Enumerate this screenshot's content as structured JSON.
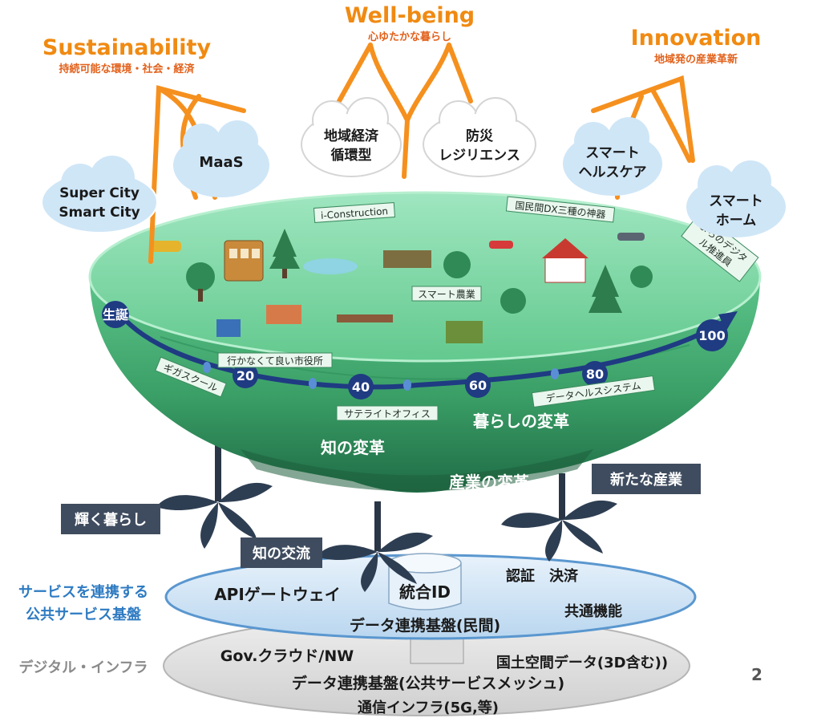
{
  "goals": [
    {
      "title": "Sustainability",
      "subtitle": "持続可能な環境・社会・経済"
    },
    {
      "title": "Well-being",
      "subtitle": "心ゆたかな暮らし"
    },
    {
      "title": "Innovation",
      "subtitle": "地域発の産業革新"
    }
  ],
  "clouds": [
    {
      "line1": "Super City",
      "line2": "Smart City"
    },
    {
      "line1": "MaaS",
      "line2": ""
    },
    {
      "line1": "地域経済",
      "line2": "循環型"
    },
    {
      "line1": "防災",
      "line2": "レジリエンス"
    },
    {
      "line1": "スマート",
      "line2": "ヘルスケア"
    },
    {
      "line1": "スマート",
      "line2": "ホーム"
    }
  ],
  "tags": {
    "i_construction": "i-Construction",
    "three_treasures": "国民間DX三種の神器",
    "digital_promoter_1": "まちのデジタ",
    "digital_promoter_2": "ル推進員",
    "smart_farming": "スマート農業",
    "city_hall": "行かなくて良い市役所",
    "giga_school": "ギガスクール",
    "satellite_office": "サテライトオフィス",
    "data_health": "データヘルスシステム"
  },
  "lifeline": {
    "start": "生誕",
    "ages": [
      "20",
      "40",
      "60",
      "80",
      "100"
    ]
  },
  "bowl_bands": {
    "life": "暮らしの変革",
    "knowledge": "知の変革",
    "industry": "産業の変革"
  },
  "propeller_labels": {
    "shining_life": "輝く暮らし",
    "knowledge_exchange": "知の交流",
    "new_industry": "新たな産業"
  },
  "service_platform": {
    "api_gateway": "APIゲートウェイ",
    "unified_id": "統合ID",
    "auth_payment": "認証　決済",
    "common_functions": "共通機能",
    "data_platform_private": "データ連携基盤(民間)"
  },
  "digital_infra": {
    "gov_cloud": "Gov.クラウド/NW",
    "geo_data": "国土空間データ(3D含む))",
    "data_platform_public": "データ連携基盤(公共サービスメッシュ)",
    "network": "通信インフラ(5G,等)"
  },
  "side_labels": {
    "service_line1": "サービスを連携する",
    "service_line2": "公共サービス基盤",
    "digital_infra": "デジタル・インフラ"
  },
  "page_number": "2",
  "colors": {
    "orange": "#f08a12",
    "bowl_top": "#7fd9a8",
    "bowl_body": "#3fae6e",
    "timeline": "#1f3b82",
    "label_dark": "#3f4c5f",
    "cloud": "#cfe6f7",
    "platform_blue": "#d6e8f7"
  }
}
